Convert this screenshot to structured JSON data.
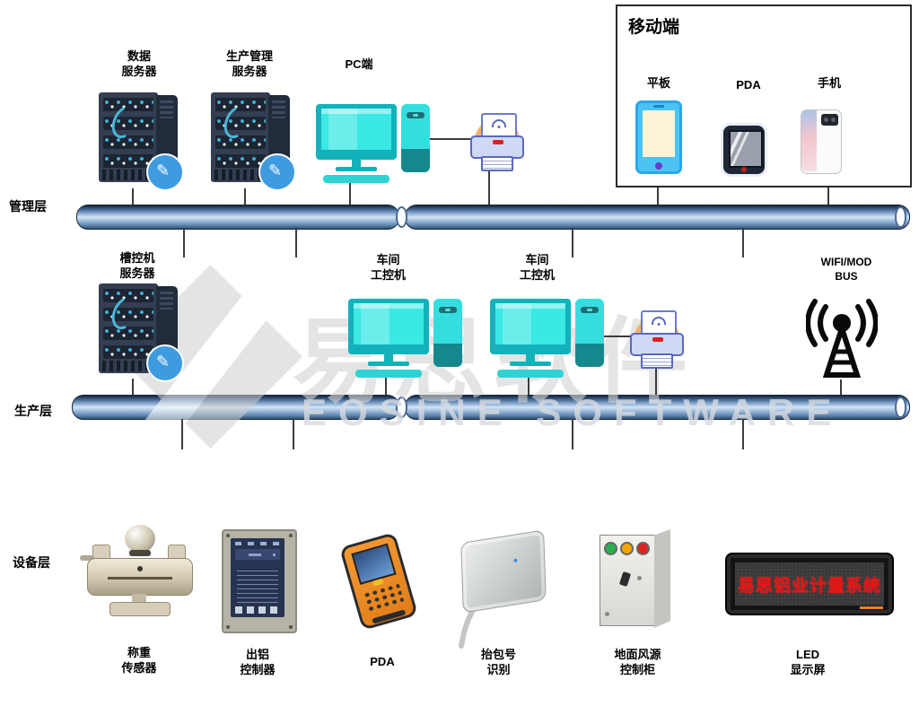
{
  "diagram": {
    "layers": {
      "management": "管理层",
      "production": "生产层",
      "device": "设备层"
    },
    "management_row": {
      "data_server": {
        "line1": "数据",
        "line2": "服务器",
        "icon": "server-icon"
      },
      "mes_server": {
        "line1": "生产管理",
        "line2": "服务器",
        "icon": "server-icon"
      },
      "pc_label": "PC端",
      "pc_icon": "desktop-computer-icon",
      "printer_icon": "printer-icon"
    },
    "mobile_panel": {
      "title": "移动端",
      "tablet": "平板",
      "pda": "PDA",
      "phone": "手机",
      "icons": [
        "tablet-icon",
        "pda-icon",
        "smartphone-icon"
      ]
    },
    "production_row": {
      "potctrl_server": {
        "line1": "槽控机",
        "line2": "服务器",
        "icon": "server-icon"
      },
      "workshop_ipc1": {
        "line1": "车间",
        "line2": "工控机",
        "icon": "desktop-computer-icon"
      },
      "workshop_ipc2": {
        "line1": "车间",
        "line2": "工控机",
        "icon": "desktop-computer-icon"
      },
      "wifi": {
        "line1": "WIFI/MOD",
        "line2": "BUS",
        "icon": "radio-tower-icon"
      }
    },
    "device_row": {
      "load_cell": {
        "line1": "称重",
        "line2": "传感器",
        "icon": "load-cell-icon"
      },
      "tapping_controller": {
        "line1": "出铝",
        "line2": "控制器",
        "icon": "controller-box-icon"
      },
      "pda_label": "PDA",
      "pda_icon": "handheld-pda-icon",
      "rfid": {
        "line1": "抬包号",
        "line2": "识别",
        "icon": "rfid-reader-icon"
      },
      "air_cabinet": {
        "line1": "地面风源",
        "line2": "控制柜",
        "icon": "control-cabinet-icon"
      },
      "led": {
        "line1": "LED",
        "line2": "显示屏",
        "icon": "led-display-icon"
      }
    },
    "led_screen_text": "易思铝业计量系统",
    "watermark": {
      "cn": "易思软件",
      "en": "EOSINE SOFTWARE"
    },
    "colors": {
      "bus_light": "#d5e4f4",
      "bus_dark": "#16263c",
      "accent_cyan": "#35dede",
      "server_body": "#333e52",
      "badge_blue": "#3f9be0",
      "led_red": "#e61414",
      "pda_orange": "#f0922f",
      "watermark_gray": "#d4d4d4"
    }
  }
}
